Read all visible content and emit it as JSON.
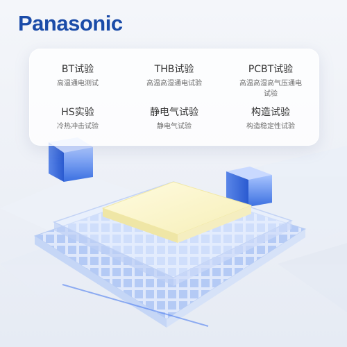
{
  "brand": {
    "logo_text": "Panasonic",
    "logo_color": "#1a4ba8"
  },
  "tests": [
    {
      "title": "BT试验",
      "subtitle": "高温通电测试"
    },
    {
      "title": "THB试验",
      "subtitle": "高温高湿通电试验"
    },
    {
      "title": "PCBT试验",
      "subtitle": "高温高湿高气压通电试验"
    },
    {
      "title": "HS实验",
      "subtitle": "冷热冲击试验"
    },
    {
      "title": "静电气试验",
      "subtitle": "静电气试验"
    },
    {
      "title": "构造试验",
      "subtitle": "构造稳定性试验"
    }
  ]
}
